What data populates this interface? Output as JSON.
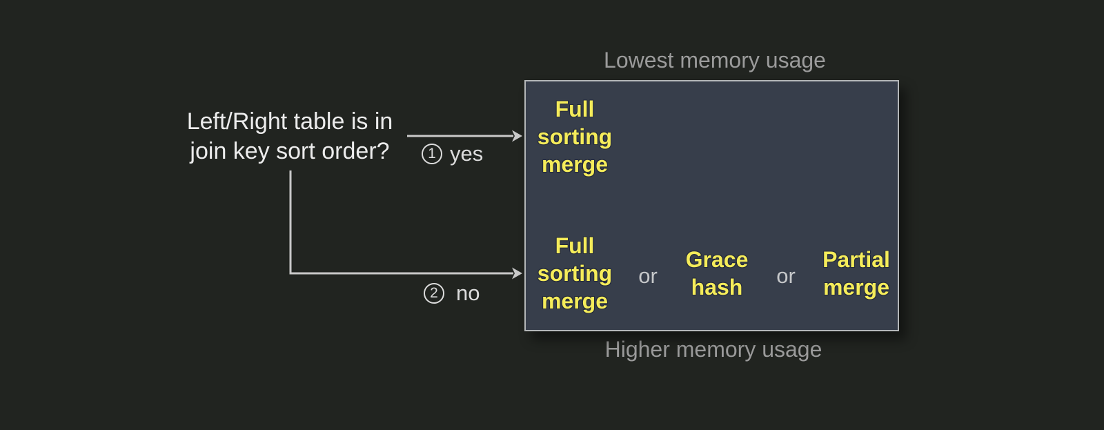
{
  "question": {
    "line1": "Left/Right table is in",
    "line2": "join key sort order?"
  },
  "branches": {
    "yes": {
      "number": "1",
      "label": "yes"
    },
    "no": {
      "number": "2",
      "label": "no"
    }
  },
  "captions": {
    "lowest": "Lowest memory usage",
    "highest": "Higher memory usage"
  },
  "panel": {
    "sorted_row": {
      "algorithm": [
        "Full",
        "sorting",
        "merge"
      ]
    },
    "unsorted_row": {
      "algorithm1": [
        "Full",
        "sorting",
        "merge"
      ],
      "separator1": "or",
      "algorithm2": [
        "Grace",
        "hash"
      ],
      "separator2": "or",
      "algorithm3": [
        "Partial",
        "merge"
      ]
    }
  },
  "colors": {
    "background": "#212420",
    "panel_fill": "#373e4b",
    "panel_border": "#b4b7b9",
    "algorithm_text": "#f5ec5a",
    "caption_text": "#9b9b9b",
    "question_text": "#ececec",
    "connector": "#c9c9c9",
    "or_text": "#c6c8ca",
    "branch_label_text": "#dcdcdc"
  }
}
